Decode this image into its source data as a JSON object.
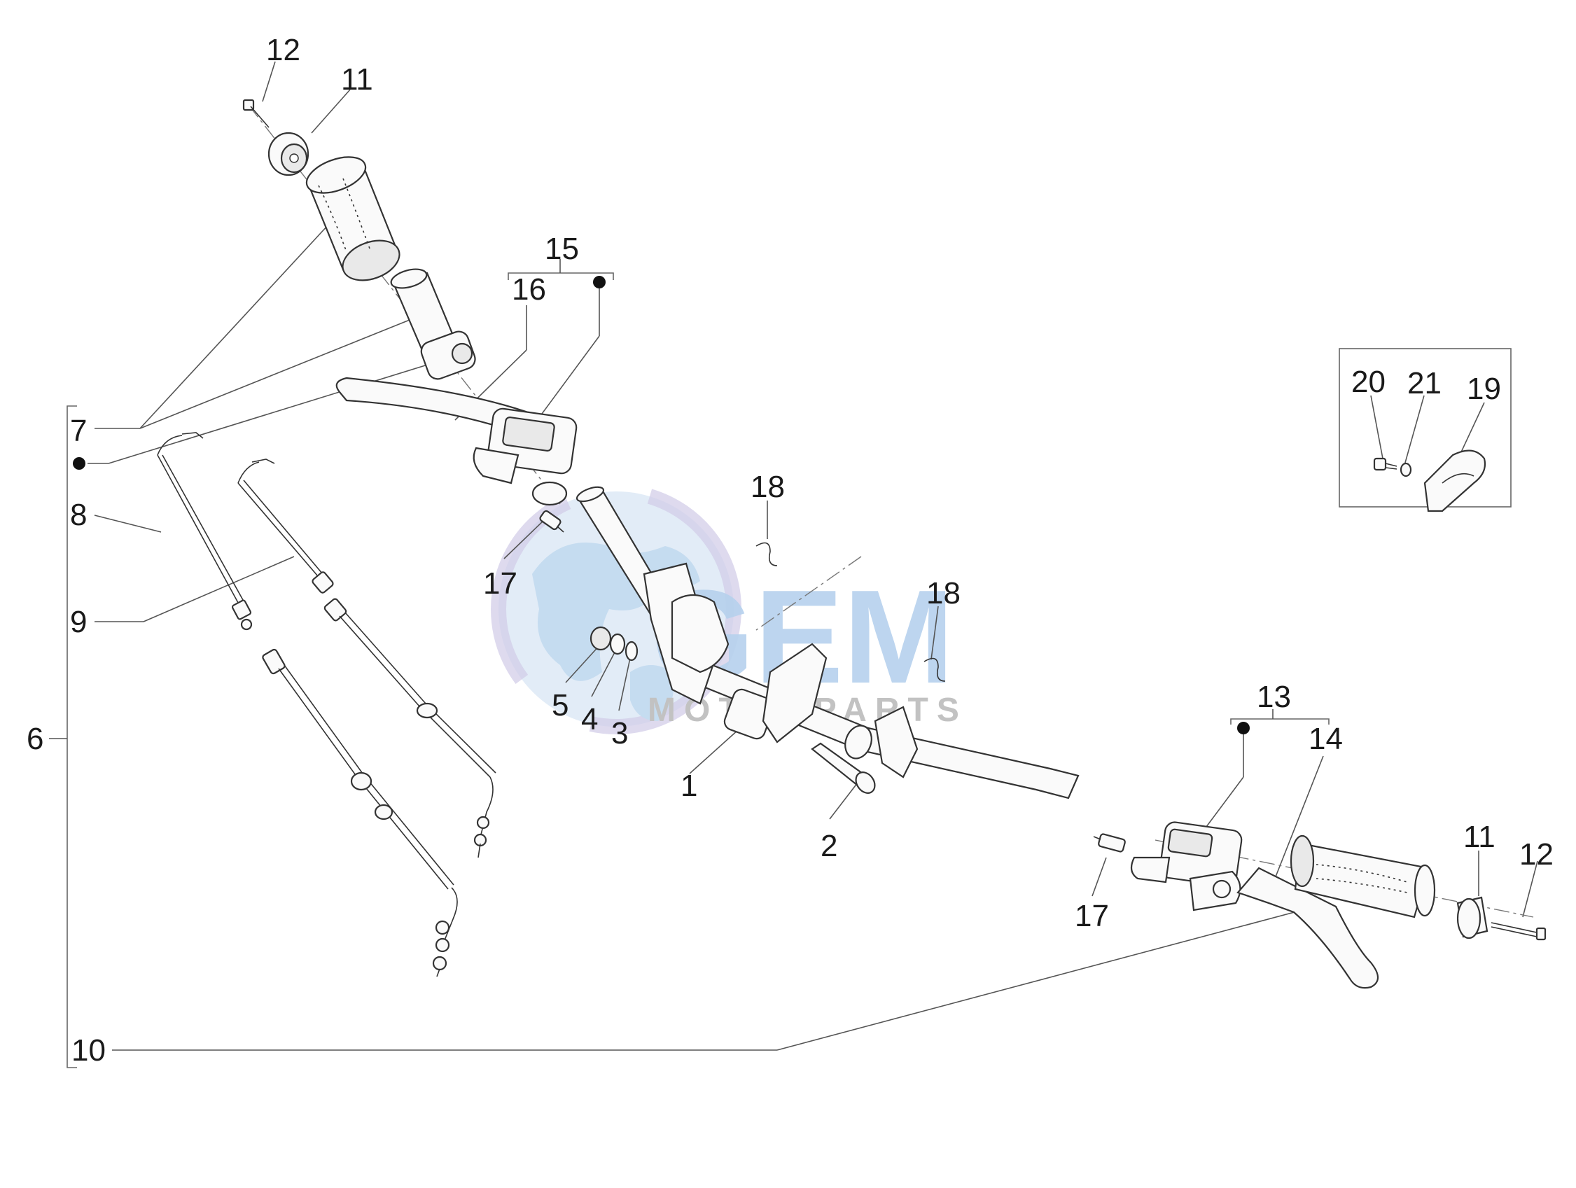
{
  "watermark": {
    "brand": "GEM",
    "tagline": "MOTORPARTS",
    "colors": {
      "globe": "#bcd6ee",
      "globe_light": "#dde9f6",
      "text_blue": "#a9c9ea",
      "text_grey": "#b8b8b8",
      "ring": "#c9c2e4"
    }
  },
  "callouts": {
    "c1": "1",
    "c2": "2",
    "c3": "3",
    "c4": "4",
    "c5": "5",
    "c6": "6",
    "c7": "7",
    "c8": "8",
    "c9": "9",
    "c10": "10",
    "c11a": "11",
    "c11b": "11",
    "c12a": "12",
    "c12b": "12",
    "c13": "13",
    "c14": "14",
    "c15": "15",
    "c16": "16",
    "c17a": "17",
    "c17b": "17",
    "c18a": "18",
    "c18b": "18",
    "c19": "19",
    "c20": "20",
    "c21": "21"
  },
  "colors": {
    "ink": "#1a1a1a",
    "line": "#555555",
    "part_fill": "#fafafa"
  }
}
